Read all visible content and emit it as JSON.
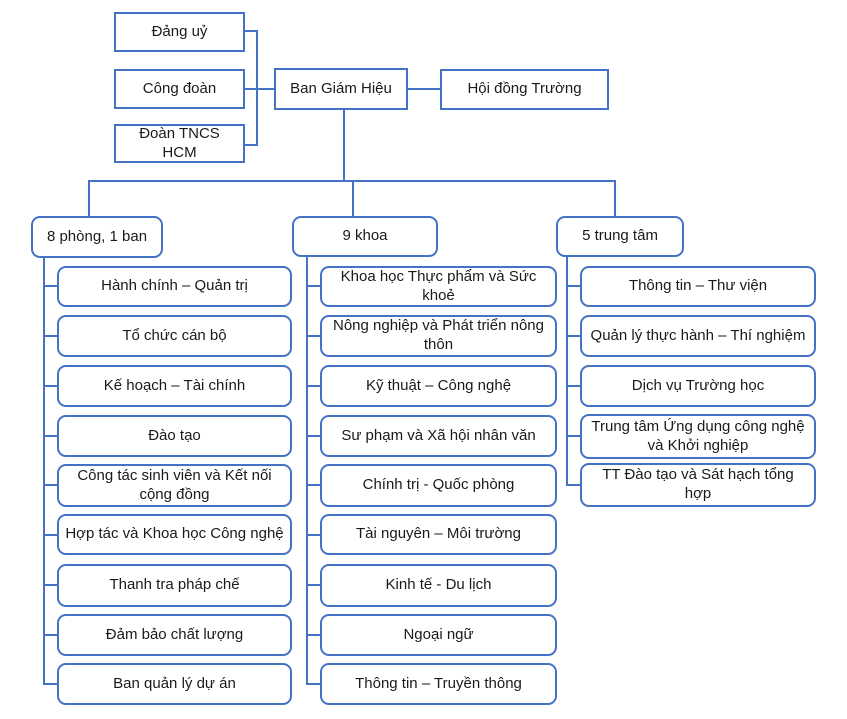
{
  "org_chart": {
    "top_level": {
      "dang_uy": "Đảng uỷ",
      "cong_doan": "Công đoàn",
      "doan_tncs": "Đoàn TNCS HCM",
      "ban_giam_hieu": "Ban Giám Hiệu",
      "hoi_dong_truong": "Hội đồng Trường"
    },
    "columns": [
      {
        "header": "8 phòng, 1 ban",
        "items": [
          "Hành chính – Quản trị",
          "Tổ chức cán bộ",
          "Kế hoạch – Tài chính",
          "Đào tạo",
          "Công tác sinh viên và Kết nối cộng đồng",
          "Hợp tác và Khoa học Công nghệ",
          "Thanh tra pháp chế",
          "Đảm bảo chất lượng",
          "Ban quản lý dự án"
        ]
      },
      {
        "header": "9 khoa",
        "items": [
          "Khoa học Thực phẩm và Sức khoẻ",
          "Nông nghiệp và Phát triển nông thôn",
          "Kỹ thuật – Công nghệ",
          "Sư phạm và Xã hội nhân văn",
          "Chính trị - Quốc phòng",
          "Tài nguyên – Môi trường",
          "Kinh tế - Du lịch",
          "Ngoại ngữ",
          "Thông tin – Truyền thông"
        ]
      },
      {
        "header": "5 trung tâm",
        "items": [
          "Thông tin – Thư viện",
          "Quản lý thực hành – Thí nghiệm",
          "Dịch vụ Trường học",
          "Trung tâm Ứng dụng công nghệ và Khởi nghiệp",
          "TT Đào tạo và Sát hạch tổng hợp"
        ]
      }
    ],
    "colors": {
      "box_border": "#4472C4",
      "connector": "#4472C4",
      "text": "#1a1a1a",
      "background": "#ffffff"
    }
  }
}
